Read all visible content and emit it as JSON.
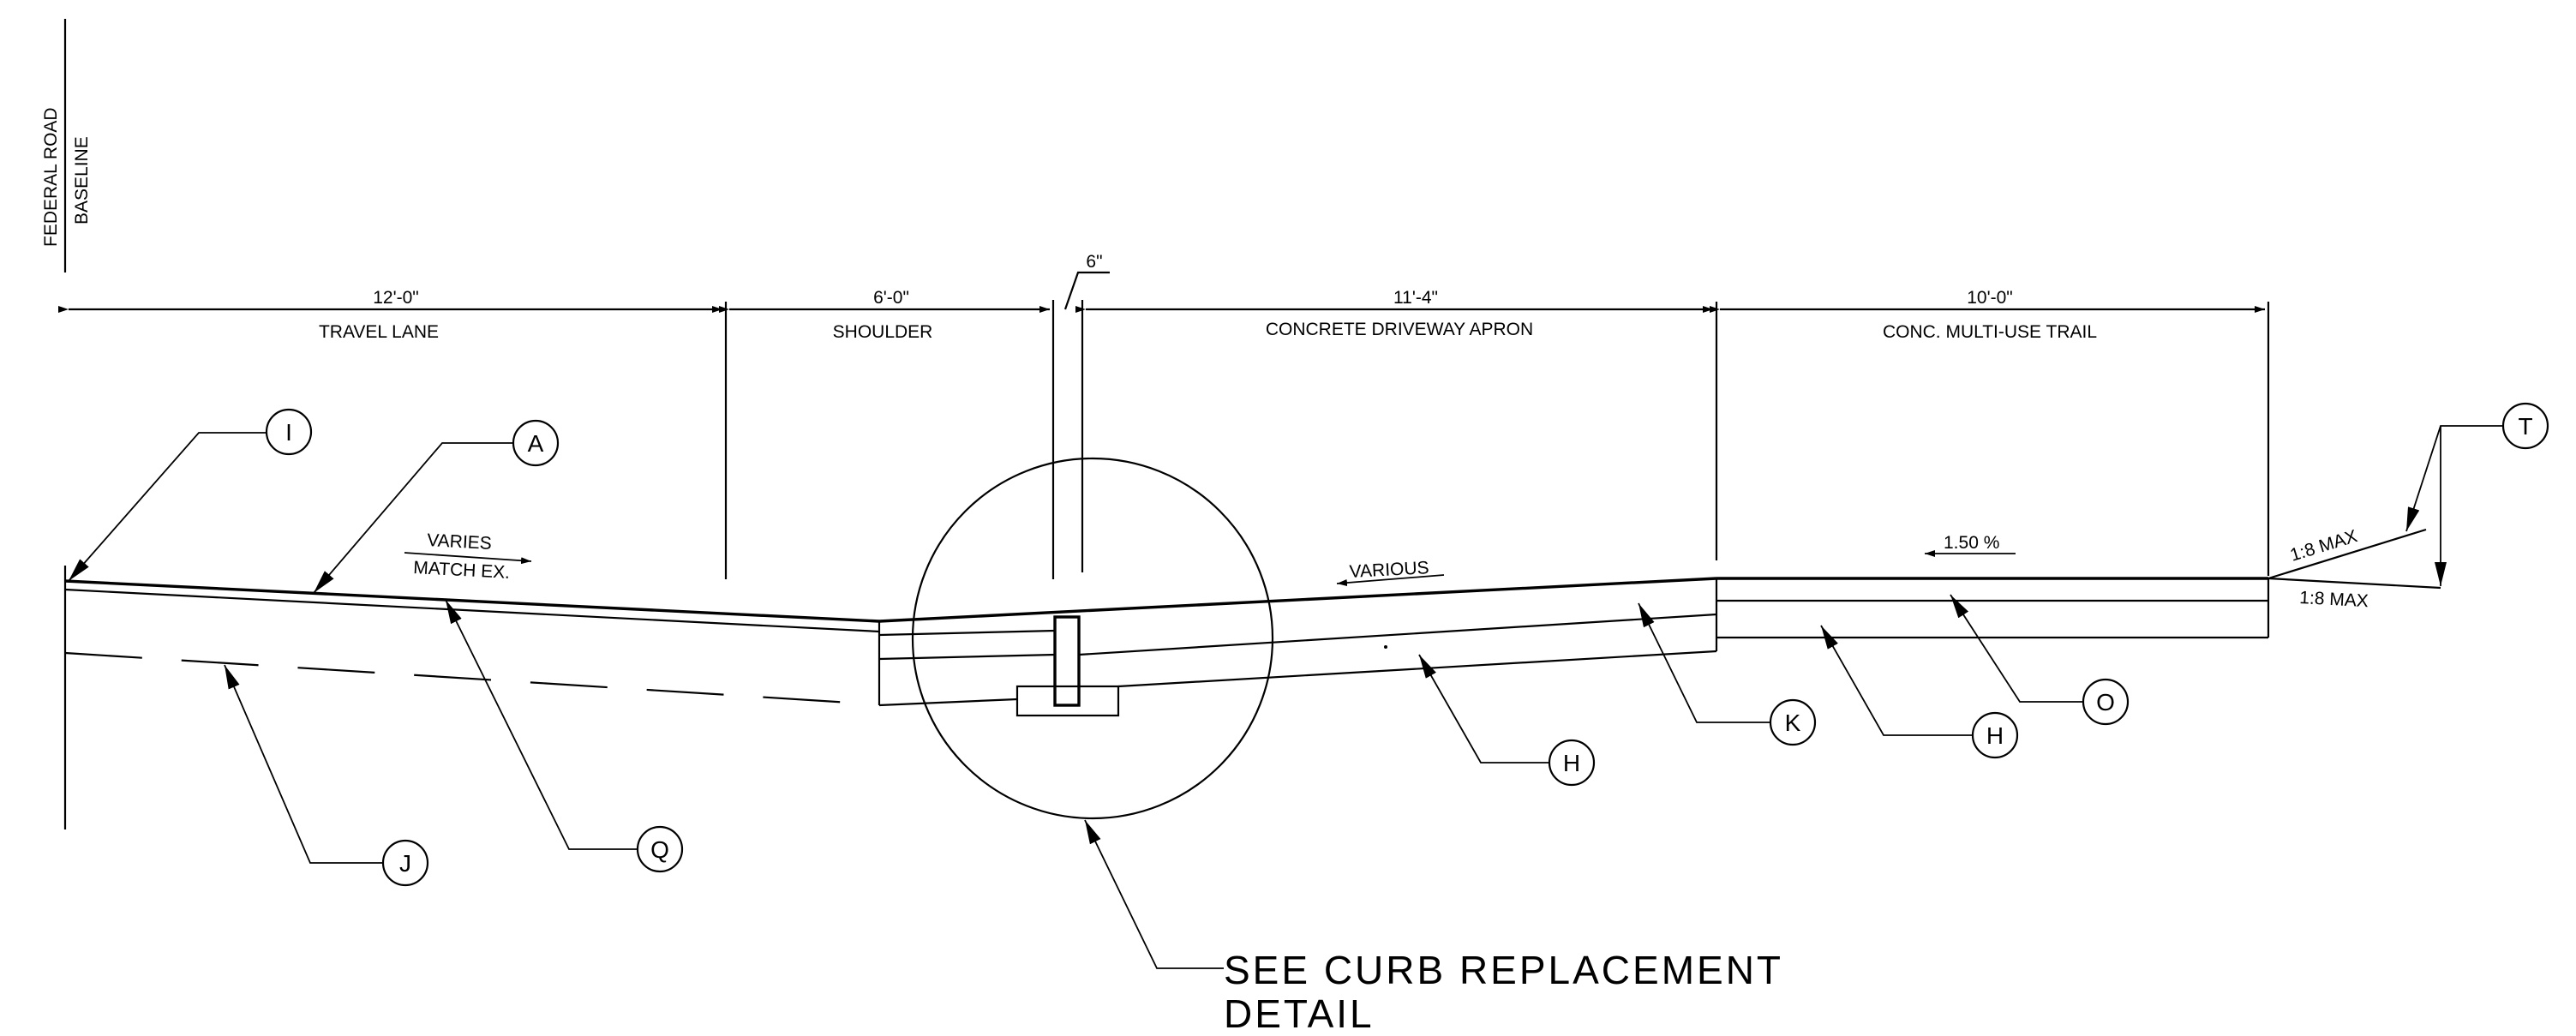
{
  "baseline": {
    "line1": "FEDERAL ROAD",
    "line2": "BASELINE"
  },
  "dimensions": {
    "travel_lane_width": "12'-0\"",
    "shoulder_width": "6'-0\"",
    "curb_width": "6\"",
    "apron_width": "11'-4\"",
    "trail_width": "10'-0\""
  },
  "zones": {
    "travel_lane": "TRAVEL LANE",
    "shoulder": "SHOULDER",
    "apron": "CONCRETE DRIVEWAY APRON",
    "trail": "CONC. MULTI-USE TRAIL"
  },
  "slopes": {
    "lane_line1": "VARIES",
    "lane_line2": "MATCH EX.",
    "apron": "VARIOUS",
    "trail": "1.50 %",
    "side_upper": "1:8 MAX",
    "side_lower": "1:8 MAX"
  },
  "callouts": {
    "I": "I",
    "A": "A",
    "Q": "Q",
    "J": "J",
    "H1": "H",
    "K": "K",
    "H2": "H",
    "O": "O",
    "T": "T"
  },
  "detail_note": {
    "line1": "SEE CURB REPLACEMENT",
    "line2": "DETAIL"
  }
}
